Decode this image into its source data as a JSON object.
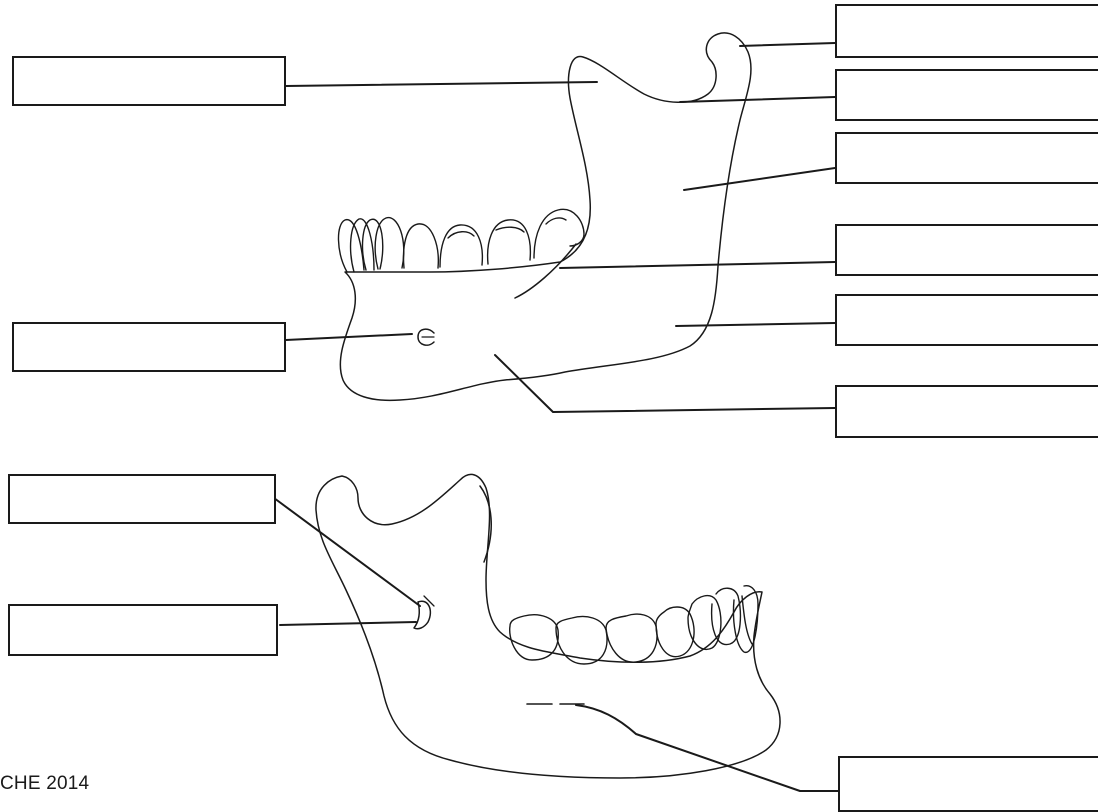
{
  "credit": "CHE 2014",
  "colors": {
    "line": "#1a1a1a",
    "background": "#ffffff"
  },
  "diagram": {
    "lateral_view": {
      "boxes": [
        {
          "id": "condyle",
          "label": ""
        },
        {
          "id": "ramus-upper",
          "label": ""
        },
        {
          "id": "ramus",
          "label": ""
        },
        {
          "id": "oblique-line",
          "label": ""
        },
        {
          "id": "angle",
          "label": ""
        },
        {
          "id": "body",
          "label": ""
        },
        {
          "id": "coronoid",
          "label": ""
        },
        {
          "id": "mental-foramen",
          "label": ""
        }
      ]
    },
    "medial_view": {
      "boxes": [
        {
          "id": "mandibular-foramen",
          "label": ""
        },
        {
          "id": "lingula",
          "label": ""
        },
        {
          "id": "mylohyoid-line",
          "label": ""
        }
      ]
    }
  }
}
